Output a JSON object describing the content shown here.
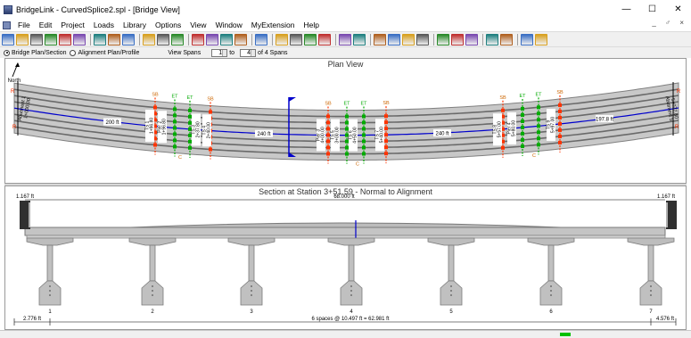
{
  "window": {
    "title": "BridgeLink - CurvedSplice2.spl - [Bridge View]",
    "minimize_glyph": "—",
    "maximize_glyph": "☐",
    "close_glyph": "✕",
    "mdi_glyphs": "_ ♂ ×"
  },
  "menu": [
    "File",
    "Edit",
    "Project",
    "Loads",
    "Library",
    "Options",
    "View",
    "Window",
    "MyExtension",
    "Help"
  ],
  "toolbar": {
    "icons": [
      "new-file-icon",
      "open-file-icon",
      "dropdown-icon",
      "save-icon",
      "print-icon",
      "print-preview-icon",
      "sep",
      "delete-icon",
      "undo-icon",
      "redo-icon",
      "sep",
      "edit-bridge-icon",
      "edit-girder-icon",
      "edit-pier-icon",
      "sep",
      "analysis-icon",
      "report-icon",
      "graph-icon",
      "rf-icon",
      "sep",
      "tools-icon",
      "sep",
      "pier-icon",
      "span-icon",
      "girder-icon",
      "view-icon",
      "sep",
      "check-icon",
      "pin-icon",
      "sep",
      "library-icon",
      "settings-icon",
      "grid-icon",
      "chart-icon",
      "sep",
      "results-icon",
      "check-icon-2",
      "config-icon",
      "sep",
      "globe-icon",
      "help-icon",
      "sep",
      "extension-icon",
      "signal-icon"
    ]
  },
  "options": {
    "bridge_plan_label": "Bridge Plan/Section",
    "alignment_label": "Alignment Plan/Profile",
    "view_spans_label": "View Spans",
    "span_from": "1",
    "to_label": "to",
    "span_to": "4",
    "of_spans_label": "of 4 Spans"
  },
  "plan": {
    "title": "Plan View",
    "north_label": "North",
    "abutment_left": "Abutment 1\n1+000.00",
    "abutment_right": "Abutment 5\n5+077.80",
    "span_lengths": [
      "200 ft",
      "240 ft",
      "240 ft",
      "197.8 ft"
    ],
    "markers": {
      "sb": "SB",
      "et": "ET",
      "c": "C",
      "r": "R"
    },
    "pier_labels": [
      "TS 1\n1+96.80",
      "Pier 2\n1+96.80",
      "TS 3\n2+37.80",
      "TS 4\n2+40.00",
      "Pier 3\n4+00.00",
      "TS 5\n3+00.00",
      "TS 6\n4+50.00",
      "TS 7\n5+40.00",
      "TS 8\n5+57.00",
      "Pier 4\n5+80.00",
      "TS 9\n5+97.00"
    ]
  },
  "section": {
    "title": "Section at Station 3+51.59 - Normal to Alignment",
    "overall_width": "68.000 ft",
    "left_barrier": "1.167 ft",
    "right_barrier": "1.167 ft",
    "left_overhang": "2.776 ft",
    "right_overhang": "4.576 ft",
    "spacing_label": "6 spaces @ 10.497 ft = 62.981 ft",
    "girders": [
      "1",
      "2",
      "3",
      "4",
      "5",
      "6",
      "7"
    ]
  },
  "colors": {
    "alignment_blue": "#0000cc",
    "deck_gray": "#c0c0c0",
    "marker_red": "#ff3300",
    "marker_green": "#00aa00",
    "marker_orange": "#cc6600"
  }
}
